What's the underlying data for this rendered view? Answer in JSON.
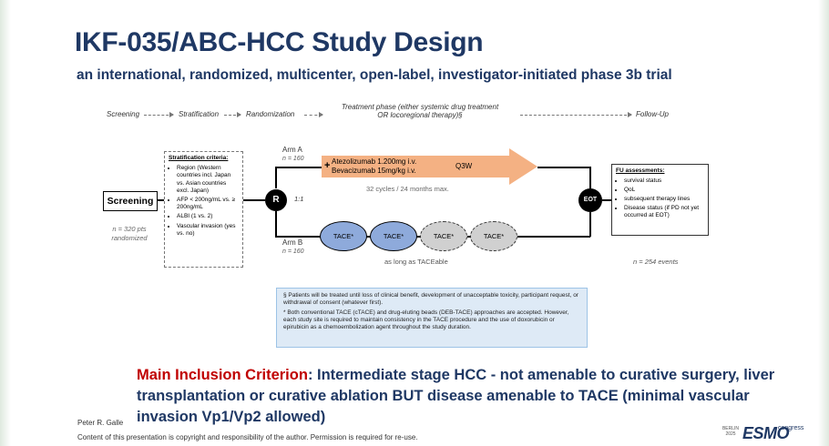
{
  "title": "IKF-035/ABC-HCC Study Design",
  "subtitle": "an international, randomized, multicenter, open-label, investigator-initiated phase 3b trial",
  "phases": {
    "screening": "Screening",
    "stratification": "Stratification",
    "randomization": "Randomization",
    "treatment_line1": "Treatment phase (either systemic drug treatment",
    "treatment_line2": "OR locoregional therapy)§",
    "followup": "Follow-Up"
  },
  "screening_box": {
    "label": "Screening",
    "n_line1": "n = 320 pts",
    "n_line2": "randomized"
  },
  "stratification": {
    "title": "Stratification criteria:",
    "items": [
      "Region (Western countries incl. Japan vs. Asian countries excl. Japan)",
      "AFP < 200ng/mL vs. ≥ 200ng/mL",
      "ALBI (1 vs. 2)",
      "Vascular invasion (yes vs. no)"
    ]
  },
  "randomization": {
    "symbol": "R",
    "ratio": "1:1"
  },
  "arm_a": {
    "label": "Arm A",
    "n": "n = 160",
    "plus": "+",
    "drug1": "Atezolizumab 1.200mg i.v.",
    "drug2": "Bevacizumab 15mg/kg i.v.",
    "schedule": "Q3W",
    "duration": "32 cycles / 24 months max."
  },
  "arm_b": {
    "label": "Arm B",
    "n": "n = 160",
    "tace_labels": [
      "TACE*",
      "TACE*",
      "TACE*",
      "TACE*"
    ],
    "note": "as long as TACEable"
  },
  "eot": {
    "label": "EOT"
  },
  "followup_box": {
    "title": "FU assessments:",
    "items": [
      "survival status",
      "QoL",
      "subsequent therapy lines",
      "Disease status (if PD not yet occurred at EOT)"
    ],
    "n_events": "n = 254 events"
  },
  "notes": {
    "note1": "§ Patients will be treated until loss of clinical benefit, development of unacceptable toxicity, participant request, or withdrawal of consent (whatever first).",
    "note2": "* Both conventional TACE (cTACE) and drug-eluting beads (DEB-TACE) approaches are accepted. However, each study site is required to maintain consistency in the TACE procedure and the use of doxorubicin or epirubicin as a chemoembolization agent throughout the study duration."
  },
  "criterion": {
    "label": "Main Inclusion Criterion",
    "text": ": Intermediate stage HCC - not amenable to curative surgery, liver transplantation or curative ablation BUT disease amenable to TACE  (minimal vascular invasion Vp1/Vp2 allowed)"
  },
  "footer": {
    "author": "Peter R. Galle",
    "copyright": "Content of this presentation is copyright and responsibility of the author. Permission is required for re-use.",
    "logo_city": "BERLIN 2025",
    "logo_name": "ESMO",
    "logo_suffix": "congress"
  }
}
